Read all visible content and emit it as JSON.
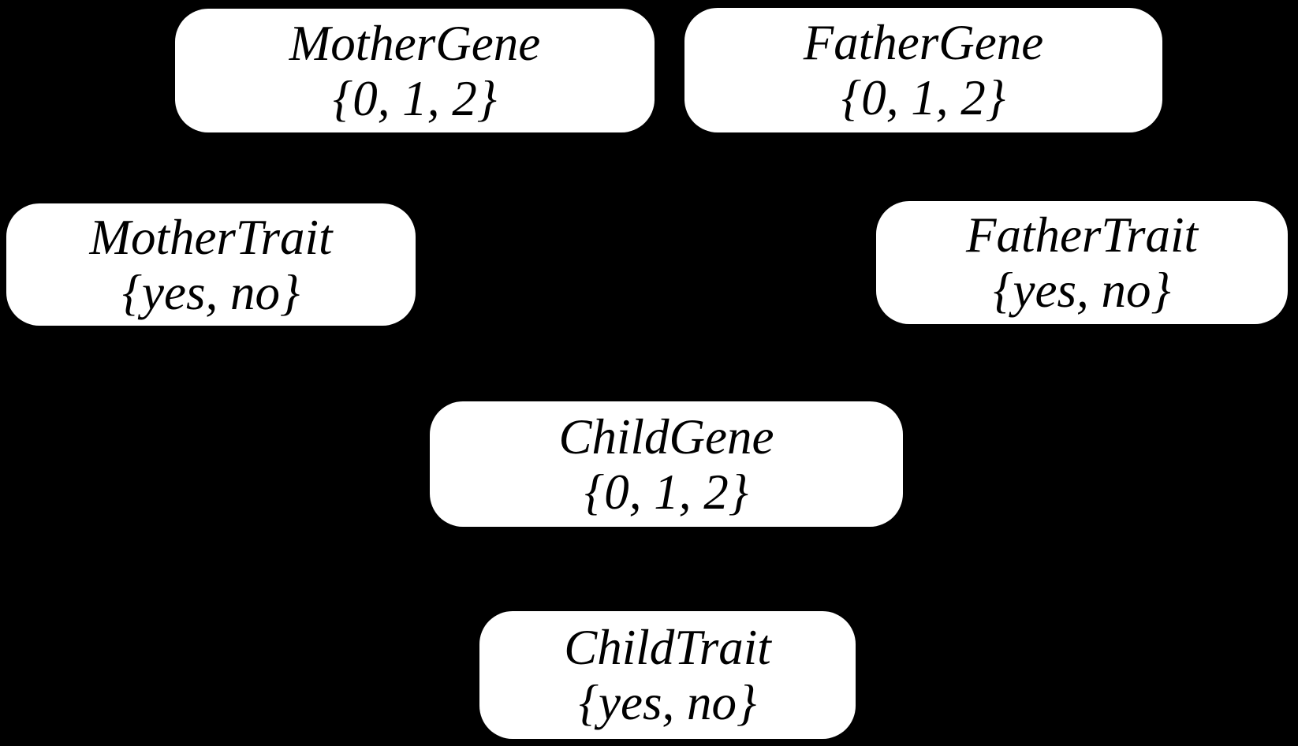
{
  "diagram": {
    "type": "bayesian-network",
    "colors": {
      "background": "#000000",
      "node_fill": "#ffffff",
      "node_text": "#000000"
    },
    "nodes": [
      {
        "id": "mother-gene",
        "label": "MotherGene",
        "domain": "{0, 1, 2}"
      },
      {
        "id": "father-gene",
        "label": "FatherGene",
        "domain": "{0, 1, 2}"
      },
      {
        "id": "mother-trait",
        "label": "MotherTrait",
        "domain": "{yes, no}"
      },
      {
        "id": "father-trait",
        "label": "FatherTrait",
        "domain": "{yes, no}"
      },
      {
        "id": "child-gene",
        "label": "ChildGene",
        "domain": "{0, 1, 2}"
      },
      {
        "id": "child-trait",
        "label": "ChildTrait",
        "domain": "{yes, no}"
      }
    ]
  }
}
